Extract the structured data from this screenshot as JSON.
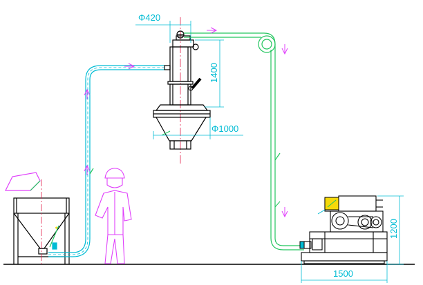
{
  "dimensions": {
    "receiver_diameter": "Φ420",
    "receiver_height": "1400",
    "hopper_diameter": "Φ1000",
    "pump_height": "1200",
    "pump_width": "1500"
  },
  "colors": {
    "outline": "#000000",
    "suction_pipe": "#00bcd4",
    "return_pipe": "#22c55e",
    "dimension": "#00bcd4",
    "centerline": "#e11d48",
    "operator": "#e040fb",
    "motor": "#f5d90a",
    "flow_arrow": "#e040fb"
  },
  "icons": {
    "flow_arrow": "flow-arrow-icon",
    "valve": "valve-icon"
  }
}
